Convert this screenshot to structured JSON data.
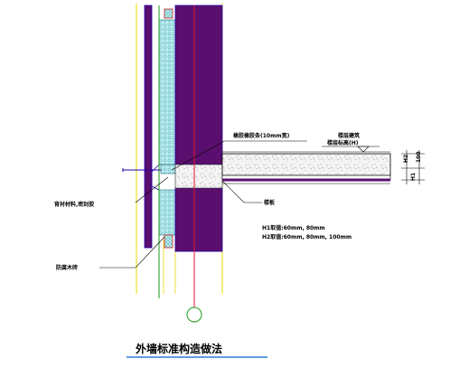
{
  "title": "外墙标准构造做法",
  "labels": {
    "rubber_strip": "橡胶橡胶条(10mm宽)",
    "floor_build": "楼层建筑",
    "floor_height": "楼层标高(H)",
    "seal": "背衬材料,密封胶",
    "wood": "防腐木砖",
    "floor_slab": "楼板",
    "h1_values": "H1取值:60mm, 80mm",
    "h2_values": "H2取值:60mm, 80mm, 100mm"
  },
  "dims": {
    "h2": "H2",
    "h1": "H1",
    "d100": "100"
  },
  "colors": {
    "wall_fill": "#5a0f6e",
    "wall_stroke": "#2200aa",
    "insulation": "#b8eef0",
    "red_line": "#e0162b",
    "green_line": "#1a9a1a",
    "yellow_line": "#e8d800",
    "slab_gray": "#f0f0f0",
    "title_underline": "#2a7fd6"
  }
}
